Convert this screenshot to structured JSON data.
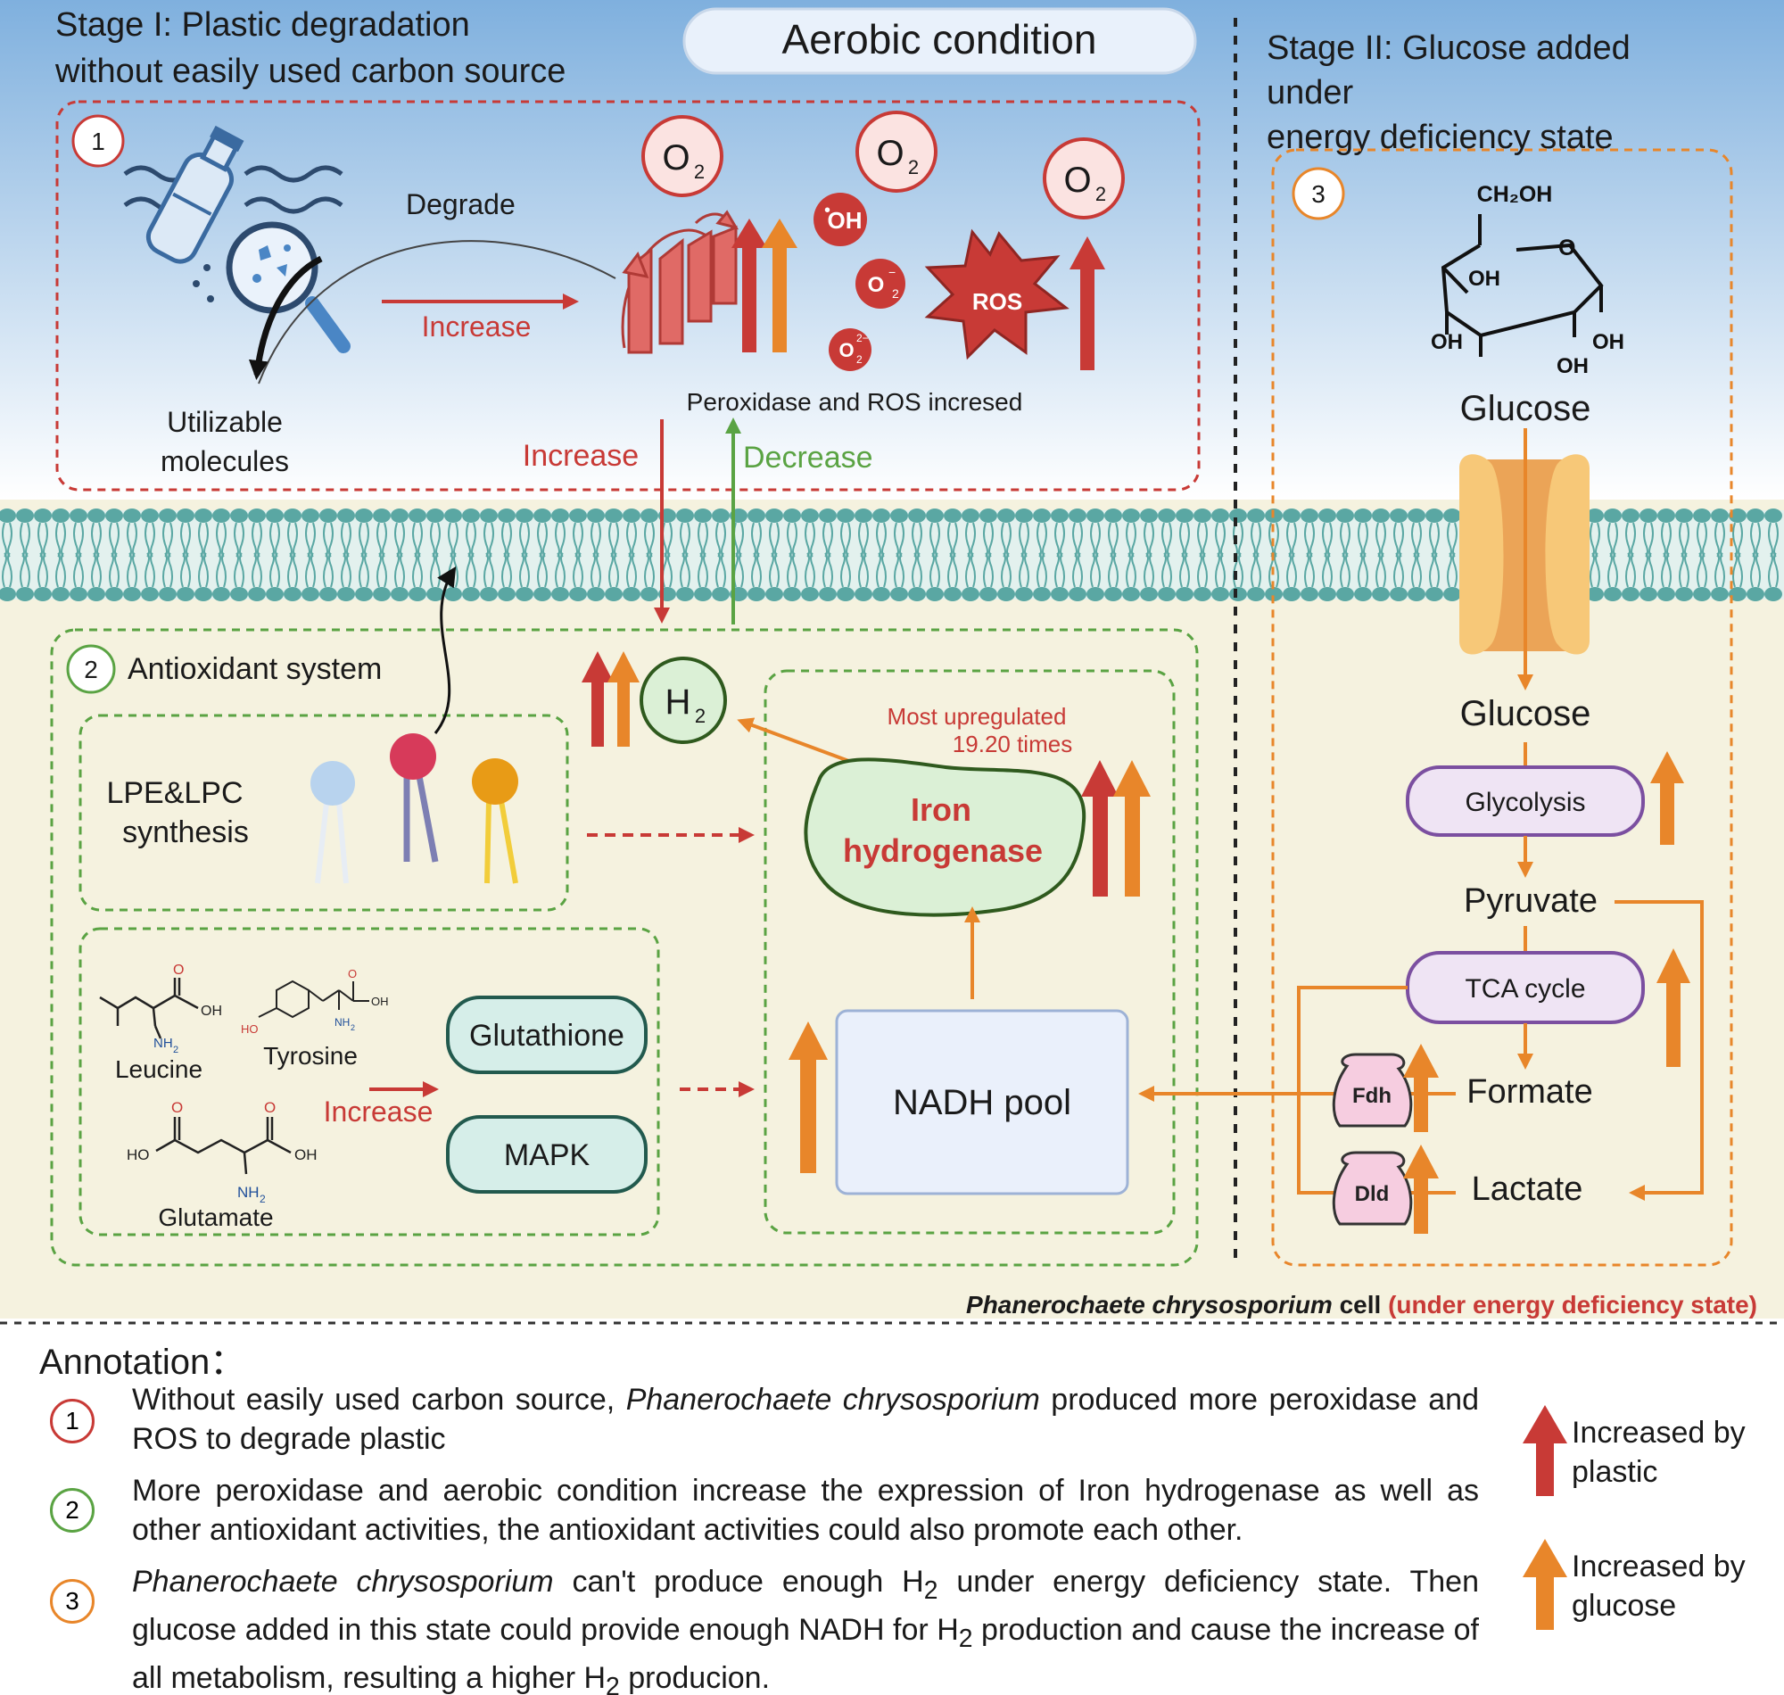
{
  "header": {
    "stage1_line1": "Stage I: Plastic degradation",
    "stage1_line2": "without easily used carbon source",
    "condition": "Aerobic condition",
    "stage2_line1": "Stage II: Glucose added",
    "stage2_line2": "under",
    "stage2_line3": "energy deficiency state"
  },
  "box1": {
    "number": "1",
    "degrade": "Degrade",
    "increase": "Increase",
    "utilizable_line1": "Utilizable",
    "utilizable_line2": "molecules",
    "o2": "O",
    "o2_sub": "2",
    "oh": "OH",
    "o2_minus": "O",
    "ros": "ROS",
    "peroxidase_label": "Peroxidase and ROS incresed",
    "increase_down": "Increase",
    "decrease_up": "Decrease"
  },
  "box2": {
    "number": "2",
    "title": "Antioxidant system",
    "lpe_line1": "LPE&LPC",
    "lpe_line2": "synthesis",
    "leucine": "Leucine",
    "tyrosine": "Tyrosine",
    "glutamate": "Glutamate",
    "increase": "Increase",
    "glutathione": "Glutathione",
    "mapk": "MAPK",
    "h2": "H",
    "h2_sub": "2",
    "most_up_line1": "Most upregulated",
    "most_up_line2": "19.20 times",
    "iron_line1": "Iron",
    "iron_line2": "hydrogenase",
    "nadh": "NADH pool",
    "chem": {
      "oh": "OH",
      "o": "O",
      "ho": "HO",
      "nh2": "NH",
      "nh2_sub": "2"
    }
  },
  "box3": {
    "number": "3",
    "ch2oh": "CH₂OH",
    "ring_o": "O",
    "oh": "OH",
    "glucose_out": "Glucose",
    "glucose_in": "Glucose",
    "glycolysis": "Glycolysis",
    "pyruvate": "Pyruvate",
    "tca": "TCA cycle",
    "formate": "Formate",
    "lactate": "Lactate",
    "fdh": "Fdh",
    "dld": "Dld"
  },
  "cell_label": {
    "species": "Phanerochaete chrysosporium",
    "cell": " cell ",
    "state": "(under energy deficiency state)"
  },
  "annotation": {
    "title": "Annotation：",
    "item1": {
      "number": "1",
      "species": "Phanerochaete chrysosporium",
      "pre": "Without easily used carbon source, ",
      "post": " produced more peroxidase and ROS to degrade plastic"
    },
    "item2": {
      "number": "2",
      "text": "More peroxidase and aerobic condition increase the expression of Iron hydrogenase as well as other antioxidant activities, the antioxidant activities could also promote each other."
    },
    "item3": {
      "number": "3",
      "species": "Phanerochaete chrysosporium",
      "part1": " can't produce enough H",
      "sub": "2",
      "part2": " under energy deficiency state. Then glucose added in this state could provide enough NADH for H",
      "part3": " production and cause the increase of all metabolism, resulting a higher H",
      "part4": " producion."
    }
  },
  "legend": {
    "plastic_line1": "Increased by",
    "plastic_line2": "plastic",
    "glucose_line1": "Increased by",
    "glucose_line2": "glucose"
  },
  "colors": {
    "red": "#c83a36",
    "orange": "#e8862a",
    "green": "#5aa343",
    "purple": "#7b4fa0",
    "membrane": "#5aa7a3"
  }
}
